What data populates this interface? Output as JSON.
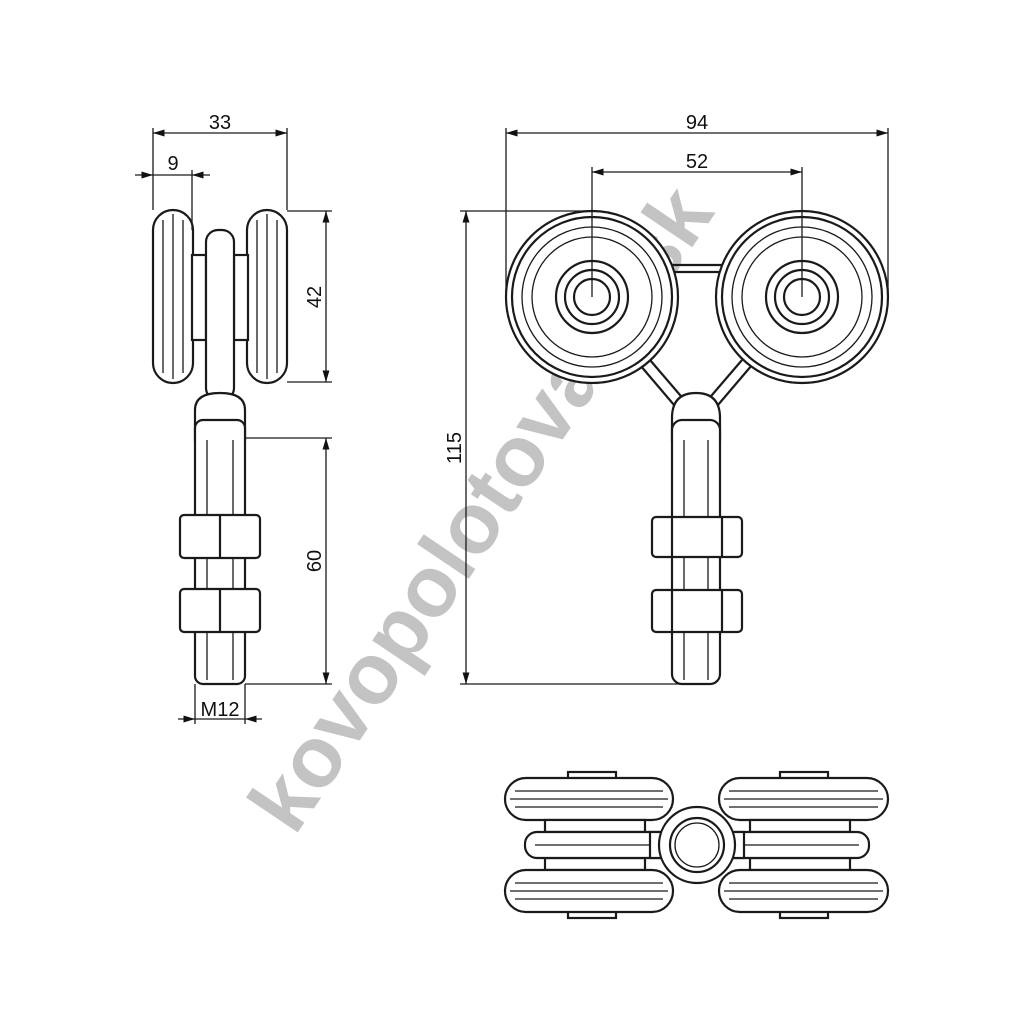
{
  "dimensions": {
    "side_width": "33",
    "side_offset": "9",
    "wheel_height": "42",
    "stem_length": "60",
    "thread": "M12",
    "overall_width": "94",
    "wheel_spacing": "52",
    "overall_height": "115"
  },
  "watermark": "kovopolotovary.sk",
  "colors": {
    "line": "#1a1a1a",
    "watermark": "#b5b5b5"
  }
}
